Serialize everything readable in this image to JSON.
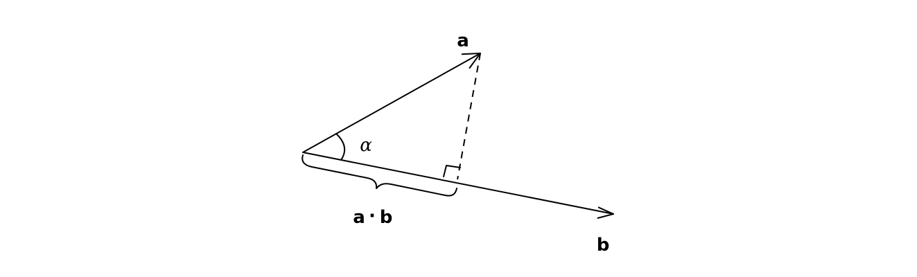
{
  "diagram": {
    "vector_a_label": "a",
    "vector_b_label": "b",
    "angle_label": "α",
    "projection_label_left": "a",
    "projection_label_dot": "·",
    "projection_label_right": "b",
    "line_color": "#000000",
    "background": "#ffffff"
  }
}
